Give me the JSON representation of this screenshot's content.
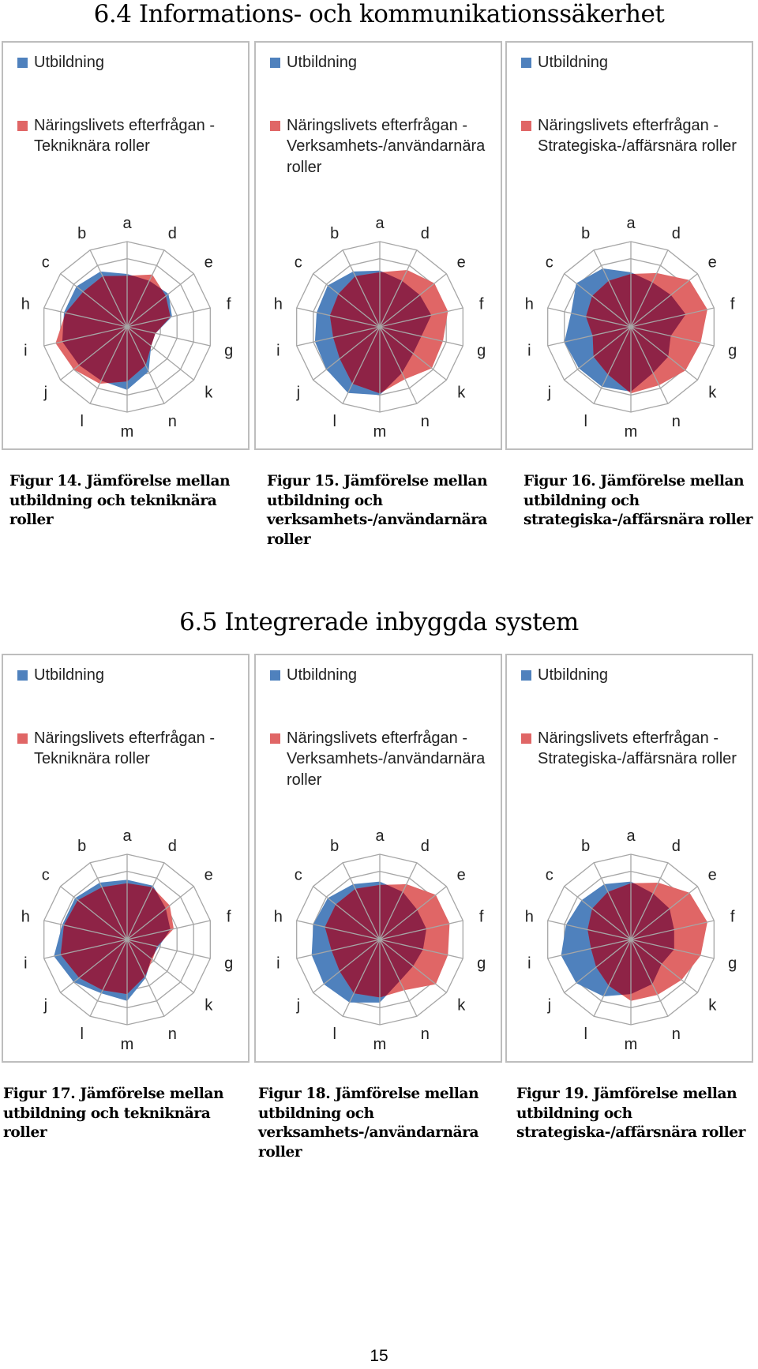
{
  "section_titles": [
    "6.4 Informations- och kommunikationssäkerhet",
    "6.5 Integrerade inbyggda system"
  ],
  "captions": [
    "Figur 14. Jämförelse mellan utbildning och tekniknära roller",
    "Figur 15. Jämförelse mellan utbildning och verksamhets-/användarnära roller",
    "Figur 16. Jämförelse mellan utbildning och strategiska-/affärsnära roller",
    "Figur 17. Jämförelse mellan utbildning och tekniknära roller",
    "Figur 18. Jämförelse mellan utbildning och verksamhets-/användarnära roller",
    "Figur 19. Jämförelse mellan utbildning och strategiska-/affärsnära roller"
  ],
  "page_number": "15",
  "colors": {
    "education": "#4f81bd",
    "demand": "#e06666",
    "overlap": "#8e2346",
    "grid": "#a6a6a6"
  },
  "chart_data": [
    {
      "type": "radar",
      "axes": [
        "a",
        "d",
        "e",
        "f",
        "g",
        "k",
        "n",
        "m",
        "l",
        "j",
        "i",
        "h",
        "c",
        "b"
      ],
      "rmax": 5,
      "series": [
        {
          "name": "Utbildning",
          "values": [
            3.1,
            3.0,
            3.1,
            2.7,
            1.7,
            1.8,
            2.9,
            3.7,
            3.5,
            3.6,
            3.9,
            3.8,
            3.8,
            3.6
          ]
        },
        {
          "name": "Näringslivets efterfrågan - Tekniknära roller",
          "values": [
            3.0,
            3.4,
            2.9,
            2.6,
            1.7,
            1.8,
            2.5,
            3.2,
            3.7,
            4.0,
            4.3,
            3.7,
            3.3,
            3.3
          ]
        }
      ]
    },
    {
      "type": "radar",
      "axes": [
        "a",
        "d",
        "e",
        "f",
        "g",
        "k",
        "n",
        "m",
        "l",
        "j",
        "i",
        "h",
        "c",
        "b"
      ],
      "rmax": 5,
      "series": [
        {
          "name": "Utbildning",
          "values": [
            3.3,
            3.0,
            3.0,
            3.1,
            2.5,
            2.5,
            3.0,
            4.0,
            4.3,
            4.0,
            3.9,
            3.8,
            3.9,
            3.6
          ]
        },
        {
          "name": "Näringslivets efterfrågan - Verksamhets-/användarnära roller",
          "values": [
            3.2,
            3.7,
            4.1,
            4.1,
            3.8,
            3.9,
            3.4,
            3.9,
            3.7,
            3.0,
            2.8,
            3.0,
            3.1,
            3.3
          ]
        }
      ]
    },
    {
      "type": "radar",
      "axes": [
        "a",
        "d",
        "e",
        "f",
        "g",
        "k",
        "n",
        "m",
        "l",
        "j",
        "i",
        "h",
        "c",
        "b"
      ],
      "rmax": 5,
      "series": [
        {
          "name": "Utbildning",
          "values": [
            3.2,
            2.9,
            3.0,
            3.3,
            2.4,
            2.8,
            3.0,
            3.8,
            3.9,
            3.9,
            4.0,
            3.6,
            4.1,
            3.8
          ]
        },
        {
          "name": "Näringslivets efterfrågan - Strategiska-/affärsnära roller",
          "values": [
            3.1,
            3.5,
            4.4,
            4.6,
            4.2,
            4.1,
            3.8,
            3.9,
            3.1,
            2.8,
            2.3,
            2.7,
            2.9,
            3.0
          ]
        }
      ]
    },
    {
      "type": "radar",
      "axes": [
        "a",
        "d",
        "e",
        "f",
        "g",
        "k",
        "n",
        "m",
        "l",
        "j",
        "i",
        "h",
        "c",
        "b"
      ],
      "rmax": 5,
      "series": [
        {
          "name": "Utbildning",
          "values": [
            3.5,
            3.5,
            2.9,
            2.6,
            1.9,
            1.8,
            2.5,
            3.6,
            3.5,
            4.0,
            4.4,
            3.9,
            3.9,
            3.7
          ]
        },
        {
          "name": "Näringslivets efterfrågan - Tekniknära roller",
          "values": [
            3.3,
            3.4,
            3.2,
            2.8,
            1.8,
            1.9,
            2.4,
            3.2,
            3.3,
            3.6,
            4.0,
            3.8,
            3.7,
            3.4
          ]
        }
      ]
    },
    {
      "type": "radar",
      "axes": [
        "a",
        "d",
        "e",
        "f",
        "g",
        "k",
        "n",
        "m",
        "l",
        "j",
        "i",
        "h",
        "c",
        "b"
      ],
      "rmax": 5,
      "series": [
        {
          "name": "Utbildning",
          "values": [
            3.4,
            3.1,
            2.8,
            2.8,
            2.6,
            2.5,
            2.7,
            3.7,
            4.1,
            4.2,
            4.1,
            4.0,
            3.9,
            3.6
          ]
        },
        {
          "name": "Näringslivets efterfrågan - Verksamhets-/användarnära roller",
          "values": [
            3.2,
            3.6,
            4.2,
            4.2,
            4.1,
            4.2,
            3.3,
            3.4,
            3.5,
            3.0,
            2.9,
            3.3,
            3.3,
            3.3
          ]
        }
      ]
    },
    {
      "type": "radar",
      "axes": [
        "a",
        "d",
        "e",
        "f",
        "g",
        "k",
        "n",
        "m",
        "l",
        "j",
        "i",
        "h",
        "c",
        "b"
      ],
      "rmax": 5,
      "series": [
        {
          "name": "Utbildning",
          "values": [
            3.4,
            3.0,
            2.9,
            2.6,
            2.6,
            2.3,
            2.9,
            3.2,
            3.7,
            4.1,
            4.2,
            3.9,
            3.7,
            3.6
          ]
        },
        {
          "name": "Näringslivets efterfrågan - Strategiska-/affärsnära roller",
          "values": [
            3.3,
            3.7,
            4.4,
            4.6,
            4.2,
            3.8,
            3.6,
            3.6,
            3.0,
            2.6,
            2.4,
            2.6,
            2.9,
            3.1
          ]
        }
      ]
    }
  ]
}
